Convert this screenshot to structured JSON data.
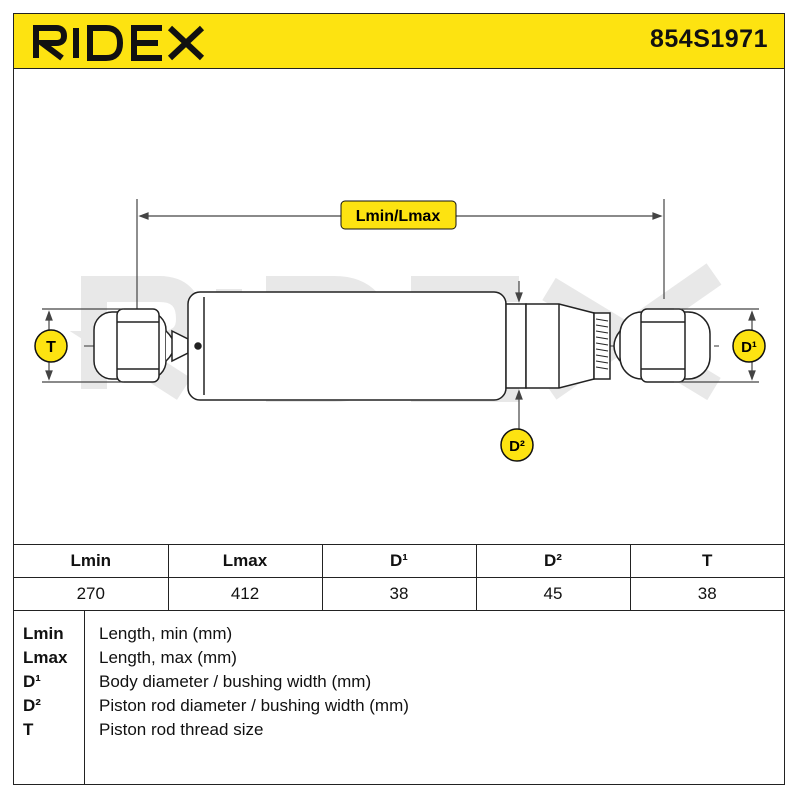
{
  "brand": {
    "logo_text": "RIDEX",
    "part_number": "854S1971",
    "colors": {
      "brand_yellow": "#fde311",
      "ink": "#111111",
      "watermark": "#e6e6e6"
    }
  },
  "diagram": {
    "labels": {
      "length": "Lmin/Lmax",
      "thread": "T",
      "body_diameter": "D¹",
      "rod_diameter": "D²"
    },
    "watermark": "RIDEX"
  },
  "spec_table": {
    "headers": [
      "Lmin",
      "Lmax",
      "D¹",
      "D²",
      "T"
    ],
    "values": [
      "270",
      "412",
      "38",
      "45",
      "38"
    ]
  },
  "legend": {
    "items": [
      {
        "code": "Lmin",
        "desc": "Length, min (mm)"
      },
      {
        "code": "Lmax",
        "desc": "Length, max (mm)"
      },
      {
        "code": "D¹",
        "desc": "Body diameter / bushing width (mm)"
      },
      {
        "code": "D²",
        "desc": "Piston rod diameter / bushing width (mm)"
      },
      {
        "code": "T",
        "desc": "Piston rod thread size"
      }
    ]
  }
}
